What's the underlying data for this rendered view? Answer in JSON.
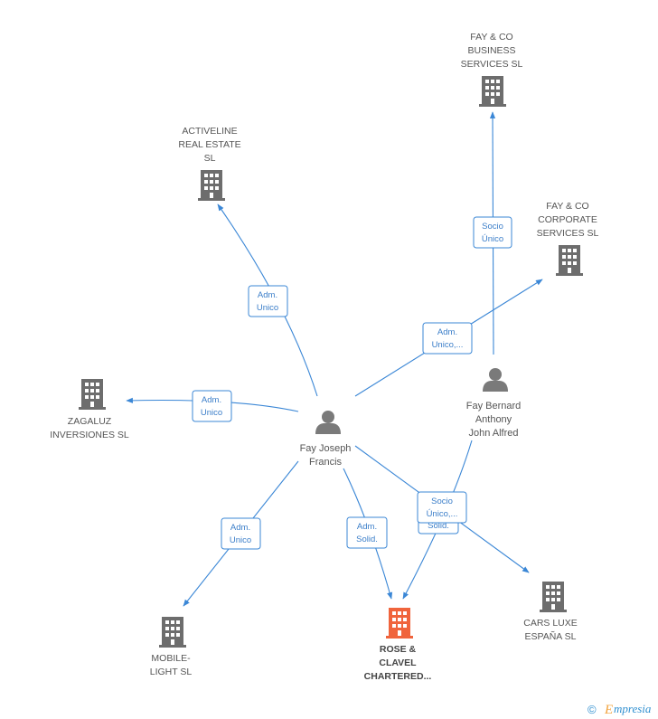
{
  "colors": {
    "edge": "#3b87d6",
    "company_icon": "#6d6d6d",
    "main_company_icon": "#f0643c",
    "person_icon": "#7a7a7a",
    "label": "#555555"
  },
  "people": [
    {
      "id": "fay_joseph",
      "lines": [
        "Fay Joseph",
        "Francis"
      ]
    },
    {
      "id": "fay_bernard",
      "lines": [
        "Fay Bernard",
        "Anthony",
        "John Alfred"
      ]
    }
  ],
  "companies": [
    {
      "id": "fay_business",
      "lines": [
        "FAY & CO",
        "BUSINESS",
        "SERVICES  SL"
      ],
      "main": false
    },
    {
      "id": "activeline",
      "lines": [
        "ACTIVELINE",
        "REAL ESTATE",
        "SL"
      ],
      "main": false
    },
    {
      "id": "fay_corporate",
      "lines": [
        "FAY & CO",
        "CORPORATE",
        "SERVICES  SL"
      ],
      "main": false
    },
    {
      "id": "zagaluz",
      "lines": [
        "ZAGALUZ",
        "INVERSIONES SL"
      ],
      "main": false
    },
    {
      "id": "mobile_light",
      "lines": [
        "MOBILE-",
        "LIGHT SL"
      ],
      "main": false
    },
    {
      "id": "rose_clavel",
      "lines": [
        "ROSE &",
        "CLAVEL",
        "CHARTERED..."
      ],
      "main": true
    },
    {
      "id": "cars_luxe",
      "lines": [
        "CARS LUXE",
        "ESPAÑA  SL"
      ],
      "main": false
    }
  ],
  "relations": [
    {
      "id": "rel_bernard_business",
      "lines": [
        "Socio",
        "Único"
      ]
    },
    {
      "id": "rel_joseph_activeline",
      "lines": [
        "Adm.",
        "Unico"
      ]
    },
    {
      "id": "rel_joseph_corporate",
      "lines": [
        "Adm.",
        "Unico,..."
      ]
    },
    {
      "id": "rel_joseph_zagaluz",
      "lines": [
        "Adm.",
        "Unico"
      ]
    },
    {
      "id": "rel_joseph_mobile",
      "lines": [
        "Adm.",
        "Unico"
      ]
    },
    {
      "id": "rel_joseph_rose",
      "lines": [
        "Adm.",
        "Solid."
      ]
    },
    {
      "id": "rel_bernard_rose_back",
      "lines": [
        "Solid."
      ]
    },
    {
      "id": "rel_bernard_rose",
      "lines": [
        "Socio",
        "Único,..."
      ]
    }
  ],
  "footer": {
    "copyright": "©",
    "brand_initial": "E",
    "brand_rest": "mpresia"
  }
}
